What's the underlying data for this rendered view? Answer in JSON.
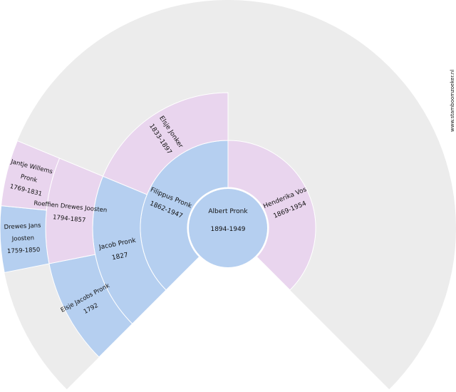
{
  "watermark": "www.stamboomzoeker.nl",
  "colors": {
    "male": "#b5cff0",
    "female": "#e9d5ee",
    "empty": "#ececec",
    "stroke": "#ffffff"
  },
  "root": {
    "name": "Albert Pronk",
    "years": "1894-1949",
    "gender": "male"
  },
  "ancestors": [
    {
      "key": "father",
      "gen": 1,
      "slot": 0,
      "lines": [
        "Filippus Pronk",
        "1862-1947"
      ],
      "gender": "male"
    },
    {
      "key": "mother",
      "gen": 1,
      "slot": 1,
      "lines": [
        "Henderika Vos",
        "1869-1954"
      ],
      "gender": "female"
    },
    {
      "key": "pat-grandfather",
      "gen": 2,
      "slot": 0,
      "lines": [
        "Jacob Pronk",
        "1827"
      ],
      "gender": "male"
    },
    {
      "key": "pat-grandmother",
      "gen": 2,
      "slot": 1,
      "lines": [
        "Elsje Jonker",
        "1833-1897"
      ],
      "gender": "female"
    },
    {
      "key": "ggf-1",
      "gen": 3,
      "slot": 0,
      "lines": [
        "Elsje Jacobs Pronk",
        "1792"
      ],
      "gender": "male"
    },
    {
      "key": "ggm-1",
      "gen": 3,
      "slot": 1,
      "lines": [
        "Roeffien Drewes Joosten",
        "1794-1857"
      ],
      "gender": "female"
    },
    {
      "key": "gggf-1",
      "gen": 4,
      "slot": 2,
      "lines": [
        "Drewes Jans",
        "Joosten",
        "1759-1850"
      ],
      "gender": "male"
    },
    {
      "key": "gggm-1",
      "gen": 4,
      "slot": 3,
      "lines": [
        "Jantje Willems",
        "Pronk",
        "1769-1831"
      ],
      "gender": "female"
    }
  ]
}
